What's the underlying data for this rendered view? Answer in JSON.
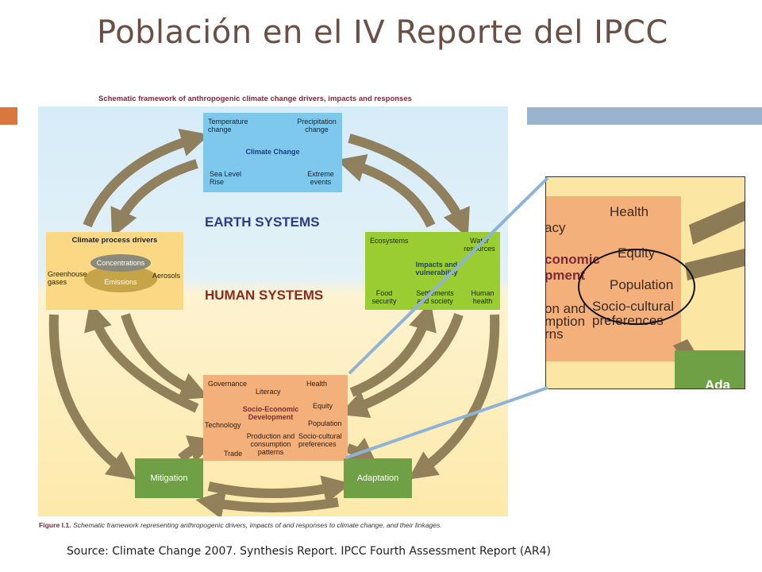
{
  "slide": {
    "title": "Población en el IV Reporte del IPCC",
    "source": "Source: Climate Change 2007. Synthesis Report. IPCC Fourth Assessment Report (AR4)"
  },
  "figure": {
    "header": "Schematic framework of anthropogenic climate change drivers, impacts and responses",
    "caption_label": "Figure I.1.",
    "caption_text": " Schematic framework representing anthropogenic drivers, impacts of and responses to climate change, and their linkages.",
    "earth_systems": "EARTH SYSTEMS",
    "human_systems": "HUMAN SYSTEMS",
    "climate_change": {
      "title": "Climate Change",
      "items": [
        "Temperature change",
        "Precipitation change",
        "Sea Level Rise",
        "Extreme events"
      ]
    },
    "climate_process_drivers": {
      "title": "Climate process drivers",
      "greenhouse": "Greenhouse gases",
      "aerosols": "Aerosols",
      "concentrations": "Concentrations",
      "emissions": "Emissions"
    },
    "impacts": {
      "title": "Impacts and vulnerability",
      "ecosystems": "Ecosystems",
      "water": "Water resources",
      "food": "Food security",
      "settlements": "Settlements and society",
      "health": "Human health"
    },
    "socio_economic": {
      "title": "Socio-Economic Development",
      "governance": "Governance",
      "literacy": "Literacy",
      "health": "Health",
      "equity": "Equity",
      "technology": "Technology",
      "population": "Population",
      "production": "Production and consumption patterns",
      "socio_cultural": "Socio-cultural preferences",
      "trade": "Trade"
    },
    "mitigation": "Mitigation",
    "adaptation": "Adaptation"
  },
  "zoom": {
    "health": "Health",
    "equity": "Equity",
    "population": "Population",
    "socio_cultural": "Socio-cultural preferences",
    "fragment_left1": "acy",
    "fragment_left2": "conomic",
    "fragment_left3": "pment",
    "fragment_left4": "on and",
    "fragment_left5": "mption",
    "fragment_left6": "rns",
    "fragment_bottom": "Ada"
  },
  "colors": {
    "title": "#6b4f45",
    "accent_orange": "#d9773e",
    "accent_blue": "#9ab3cf",
    "arrow": "#8c7b55",
    "climate_change_box": "#7ec8ee",
    "drivers_box": "#fbd883",
    "impacts_box": "#9acd32",
    "socio_box": "#f3b07a",
    "response_box": "#6fa046",
    "connector": "#8fb3d6"
  }
}
